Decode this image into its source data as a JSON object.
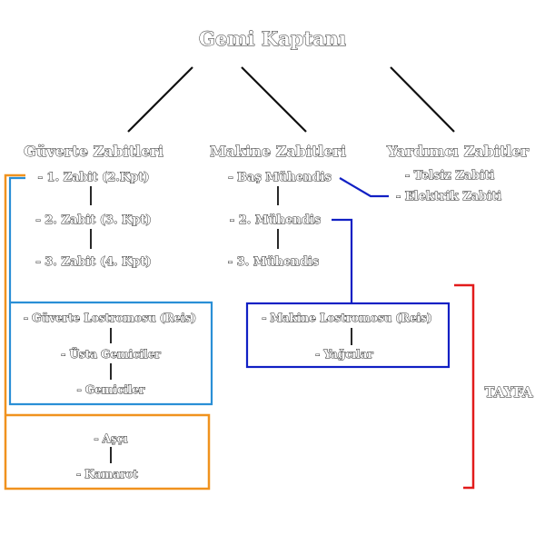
{
  "title": "Gemi Kaptanı",
  "columns": [
    {
      "heading": "Güverte Zabitleri",
      "items": [
        "- 1. Zabit (2.Kpt)",
        "- 2. Zabit (3. Kpt)",
        "- 3. Zabit (4. Kpt)"
      ]
    },
    {
      "heading": "Makine Zabitleri",
      "items": [
        "- Baş Mühendis",
        "- 2. Mühendis",
        "- 3. Mühendis"
      ]
    },
    {
      "heading": "Yardımcı Zabitler",
      "items": [
        "- Telsiz Zabiti",
        "- Elektrik Zabiti"
      ]
    }
  ],
  "crew_groups": {
    "deck": [
      "- Güverte Lostromosu (Reis)",
      "- Üsta Gemiciler",
      "- Gemiciler"
    ],
    "engine": [
      "- Makine Lostromosu (Reis)",
      "- Yağcılar"
    ],
    "galley": [
      "- Aşçı",
      "- Kamarot"
    ]
  },
  "crew_label": "TAYFA",
  "colors": {
    "orange": "#f0921e",
    "light_blue": "#2a8fd6",
    "dark_blue": "#1120c4",
    "red": "#e21b1b",
    "black": "#111111"
  }
}
